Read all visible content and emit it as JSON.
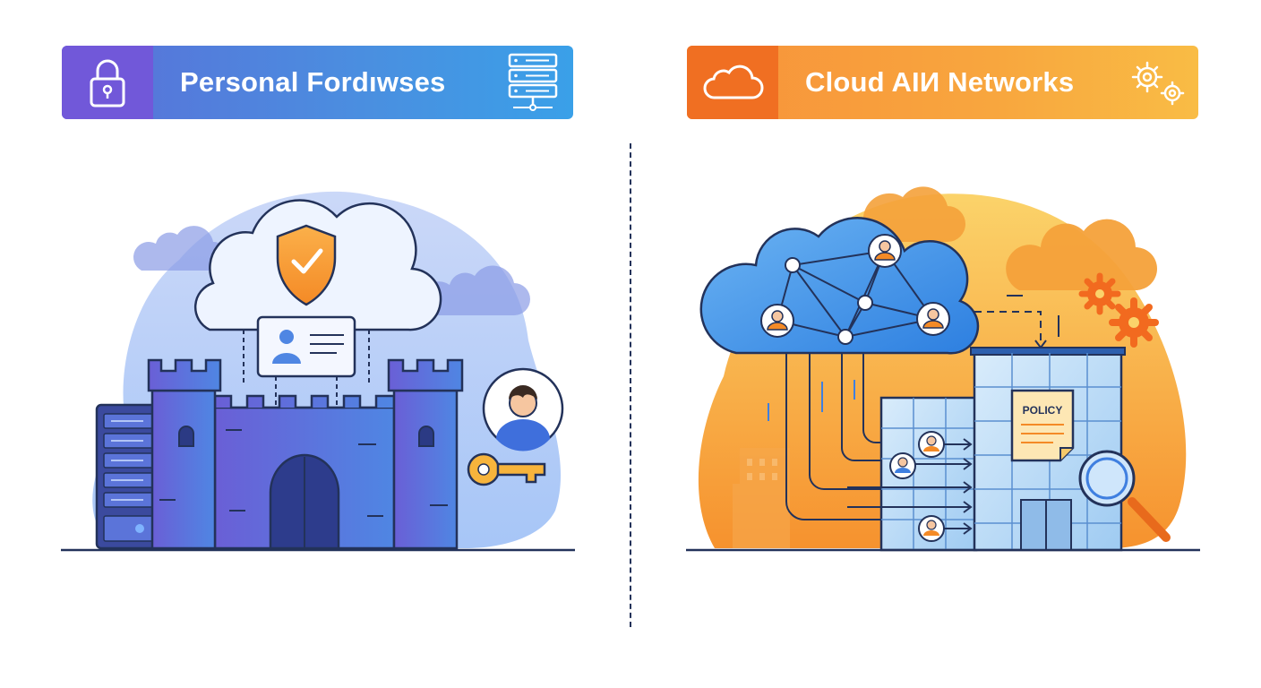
{
  "left_panel": {
    "title": "Personal Fordıwses",
    "icons": [
      "padlock-icon",
      "server-rack-icon"
    ],
    "colors": {
      "banner_start": "#5a6fd8",
      "banner_end": "#3aa0e8",
      "icon_block": "#7158d9"
    }
  },
  "right_panel": {
    "title": "Cloud AIИ Networks",
    "icons": [
      "cloud-icon",
      "gears-icon"
    ],
    "policy_label": "POLICY",
    "colors": {
      "banner_start": "#f7923a",
      "banner_end": "#f9bc45",
      "icon_block": "#f06f22"
    }
  }
}
